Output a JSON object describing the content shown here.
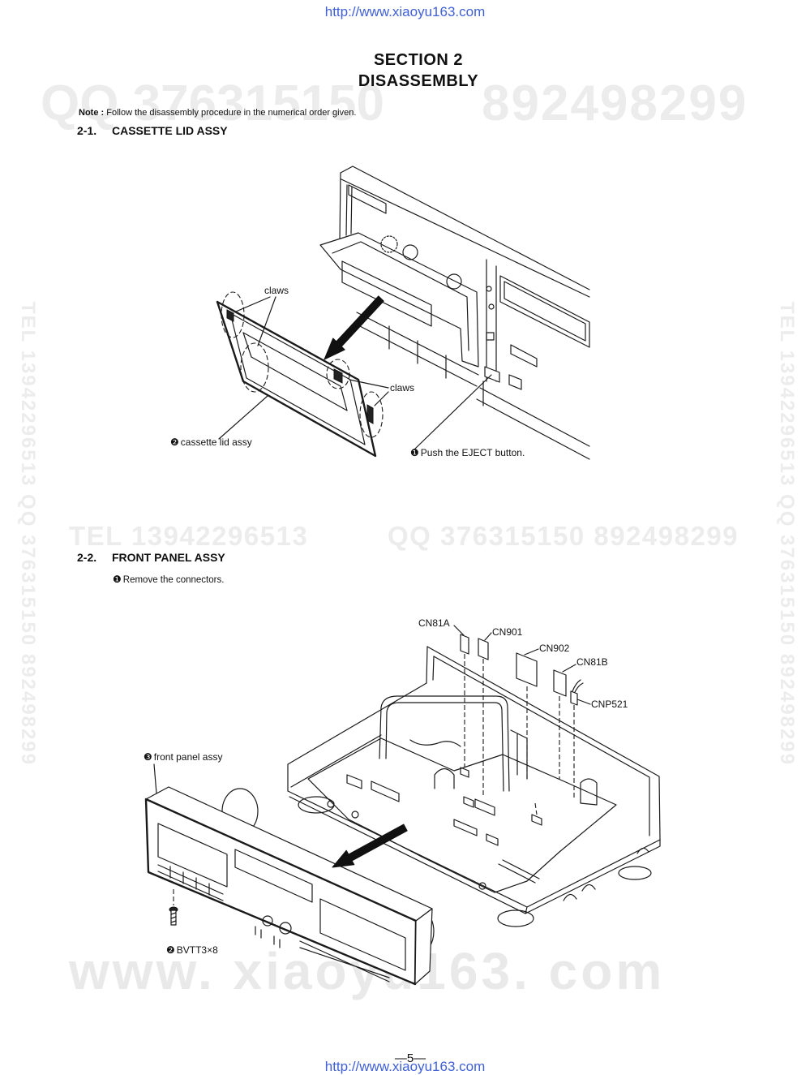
{
  "header": {
    "url": "http://www.xiaoyu163.com"
  },
  "title": {
    "section": "SECTION 2",
    "name": "DISASSEMBLY"
  },
  "note": {
    "label": "Note :",
    "text": "Follow the disassembly procedure in the numerical order given."
  },
  "subsection_1": {
    "number": "2-1.",
    "title": "CASSETTE LID ASSY",
    "figure": {
      "claws_upper": "claws",
      "claws_lower": "claws",
      "lid_step": "❷",
      "lid_label": "cassette lid assy",
      "eject_step": "❶",
      "eject_label": "Push the EJECT button."
    }
  },
  "subsection_2": {
    "number": "2-2.",
    "title": "FRONT PANEL ASSY",
    "instruction_step": "❶",
    "instruction": "Remove the connectors.",
    "figure": {
      "connectors": [
        "CN81A",
        "CN901",
        "CN902",
        "CN81B",
        "CNP521"
      ],
      "front_panel_step": "❸",
      "front_panel_label": "front panel assy",
      "screw_step": "❷",
      "screw_label": "BVTT3×8"
    }
  },
  "page_number": "—5—",
  "footer": {
    "url": "http://www.xiaoyu163.com"
  },
  "watermarks": {
    "top_qq": "QQ 376315150",
    "top_number": "892498299",
    "middle_tel": "TEL 13942296513",
    "middle_qq": "QQ 376315150 892498299",
    "side_left": "TEL 13942296513 QQ 376315150 892498299",
    "side_right": "TEL 13942296513 QQ 376315150 892498299",
    "bottom_site": "www. xiaoyu163. com"
  },
  "colors": {
    "url": "#4060d8",
    "watermark": "#ececec",
    "ink": "#111111"
  }
}
